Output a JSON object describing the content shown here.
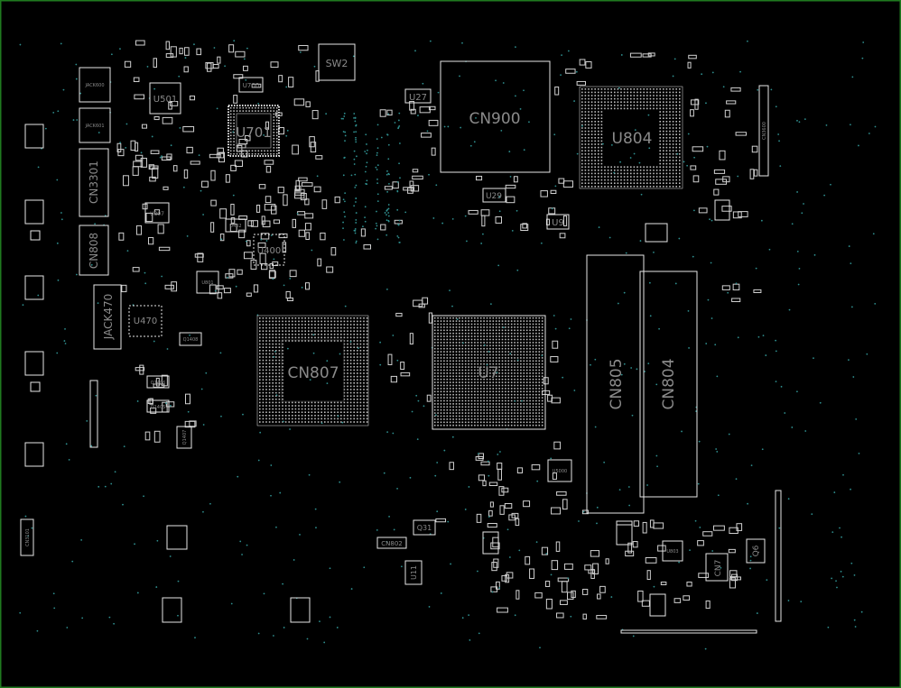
{
  "viewer": {
    "frame_color": "#1f7a1f",
    "background": "#000000",
    "outline_color": "#e6e6e6",
    "label_color": "#8a8a8a",
    "pad_color": "#c8c8c8",
    "via_color": "#2f8f8f"
  },
  "labels": {
    "cn900": "CN900",
    "u804": "U804",
    "u7": "U7",
    "cn807": "CN807",
    "cn805": "CN805",
    "cn804": "CN804",
    "u701": "U701",
    "u501": "U501",
    "u470": "U470",
    "u400": "U400",
    "cn3301": "CN3301",
    "cn808": "CN808",
    "jack470": "JACK470",
    "sw2": "SW2",
    "u27": "U27",
    "u29": "U29",
    "u9": "U9",
    "u700": "U700",
    "q31": "Q31",
    "cn802": "CN802",
    "u11": "U11",
    "cn7": "CN7",
    "q6": "Q6",
    "u807": "U807",
    "u402": "U402",
    "u801": "U801",
    "u5000": "U5000",
    "jack600": "JACK600",
    "jack601": "JACK601",
    "q1406": "Q1406",
    "q1405": "Q1405",
    "q1408": "Q1408",
    "q1407": "Q1407",
    "u803": "U803",
    "cn3101": "CN3101",
    "cn3600": "CN3600"
  }
}
